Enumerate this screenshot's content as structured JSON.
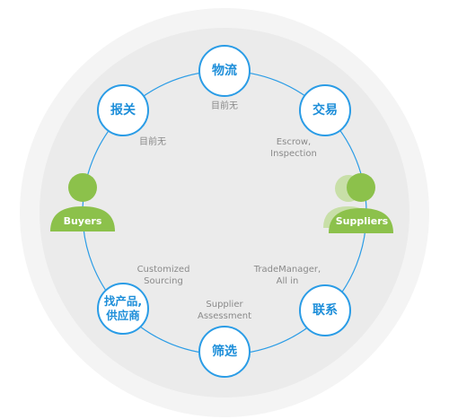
{
  "colors": {
    "accent": "#2a9ce6",
    "ring_bg": "#ebebeb",
    "person_green": "#8cc14b",
    "person_green_light": "#c8dfa8",
    "caption_gray": "#8a8a8a"
  },
  "nodes": {
    "logistics": "物流",
    "trade": "交易",
    "customs": "报关",
    "contact": "联系",
    "screen": "筛选",
    "find_line1": "找产品,",
    "find_line2": "供应商"
  },
  "captions": {
    "logistics_status": "目前无",
    "customs_status": "目前无",
    "escrow_line1": "Escrow,",
    "escrow_line2": "Inspection",
    "trademanager_line1": "TradeManager,",
    "trademanager_line2": "All in",
    "sourcing_line1": "Customized",
    "sourcing_line2": "Sourcing",
    "assessment_line1": "Supplier",
    "assessment_line2": "Assessment"
  },
  "parties": {
    "buyers": "Buyers",
    "suppliers": "Suppliers"
  }
}
